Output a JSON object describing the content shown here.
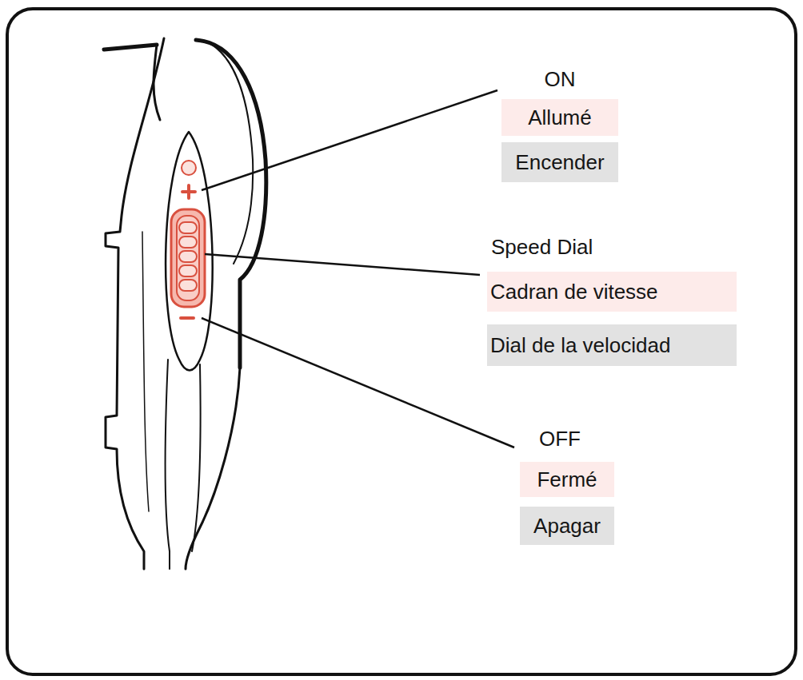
{
  "diagram": {
    "labels": [
      "ON",
      "Allumé",
      "Encender",
      "Speed Dial",
      "Cadran de vitesse",
      "Dial de la velocidad",
      "OFF",
      "Fermé",
      "Apagar"
    ]
  }
}
